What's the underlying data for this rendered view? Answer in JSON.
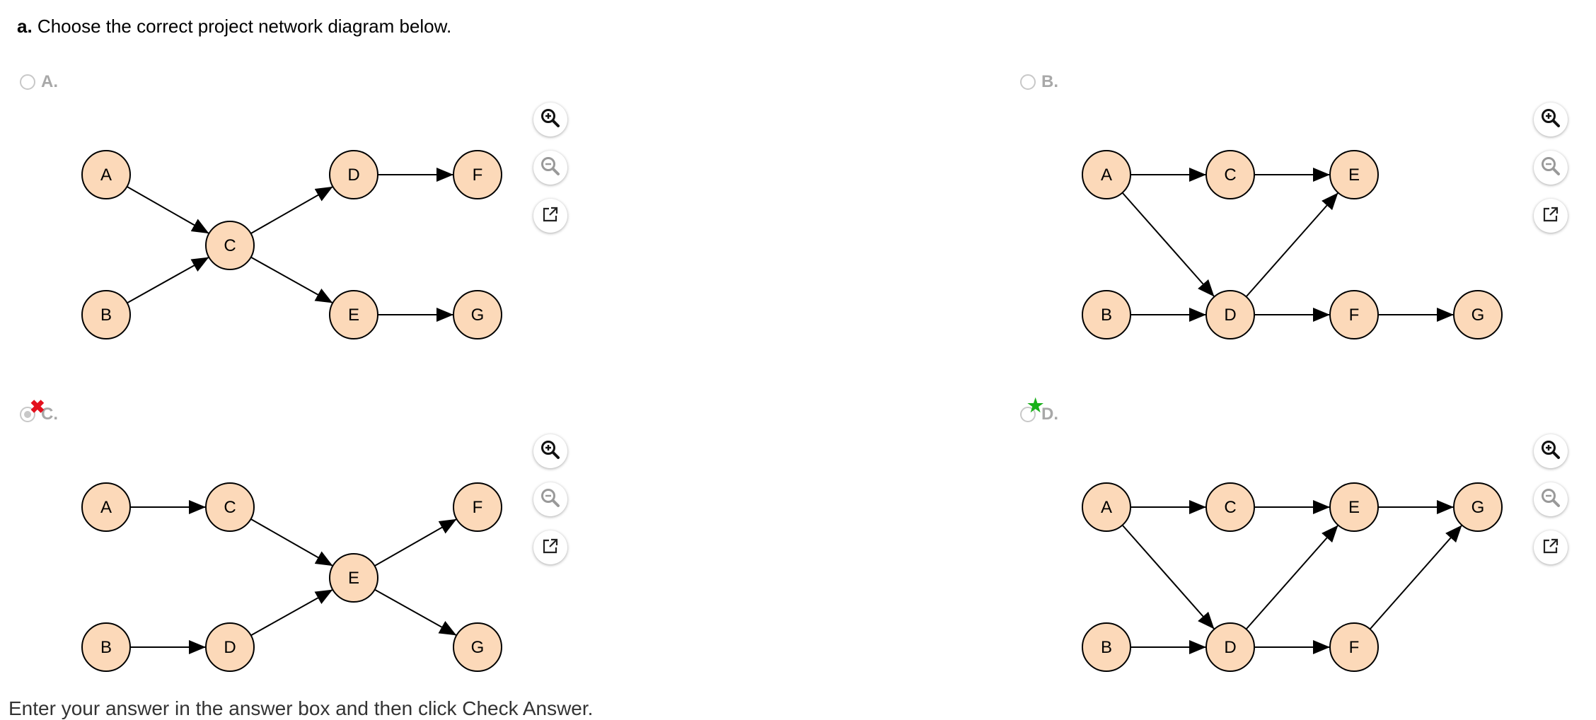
{
  "question": {
    "prefix": "a.",
    "text": " Choose the correct project network diagram below."
  },
  "options": [
    {
      "label": "A.",
      "nodes": {
        "A": "A",
        "B": "B",
        "C": "C",
        "D": "D",
        "E": "E",
        "F": "F",
        "G": "G"
      },
      "edges": [
        [
          "A",
          "C"
        ],
        [
          "B",
          "C"
        ],
        [
          "C",
          "D"
        ],
        [
          "C",
          "E"
        ],
        [
          "D",
          "F"
        ],
        [
          "E",
          "G"
        ]
      ]
    },
    {
      "label": "B.",
      "nodes": {
        "A": "A",
        "C": "C",
        "E": "E",
        "B": "B",
        "D": "D",
        "F": "F",
        "G": "G"
      },
      "edges": [
        [
          "A",
          "C"
        ],
        [
          "C",
          "E"
        ],
        [
          "A",
          "D"
        ],
        [
          "B",
          "D"
        ],
        [
          "D",
          "E"
        ],
        [
          "D",
          "F"
        ],
        [
          "F",
          "G"
        ]
      ]
    },
    {
      "label": "C.",
      "nodes": {
        "A": "A",
        "C": "C",
        "F": "F",
        "E": "E",
        "B": "B",
        "D": "D",
        "G": "G"
      },
      "edges": [
        [
          "A",
          "C"
        ],
        [
          "C",
          "E"
        ],
        [
          "B",
          "D"
        ],
        [
          "D",
          "E"
        ],
        [
          "E",
          "F"
        ],
        [
          "E",
          "G"
        ]
      ]
    },
    {
      "label": "D.",
      "nodes": {
        "A": "A",
        "C": "C",
        "E": "E",
        "G": "G",
        "B": "B",
        "D": "D",
        "F": "F"
      },
      "edges": [
        [
          "A",
          "C"
        ],
        [
          "C",
          "E"
        ],
        [
          "E",
          "G"
        ],
        [
          "A",
          "D"
        ],
        [
          "B",
          "D"
        ],
        [
          "D",
          "E"
        ],
        [
          "D",
          "F"
        ],
        [
          "F",
          "G"
        ]
      ]
    }
  ],
  "icons": {
    "zoom_in": "zoom-in-icon",
    "zoom_out": "zoom-out-icon",
    "open_window": "open-in-new-window-icon"
  },
  "colors": {
    "node_fill": "#fcd9b9",
    "wrong_mark": "#e3101d",
    "correct_mark": "#19b01a"
  },
  "footer": "Enter your answer in the answer box and then click Check Answer."
}
